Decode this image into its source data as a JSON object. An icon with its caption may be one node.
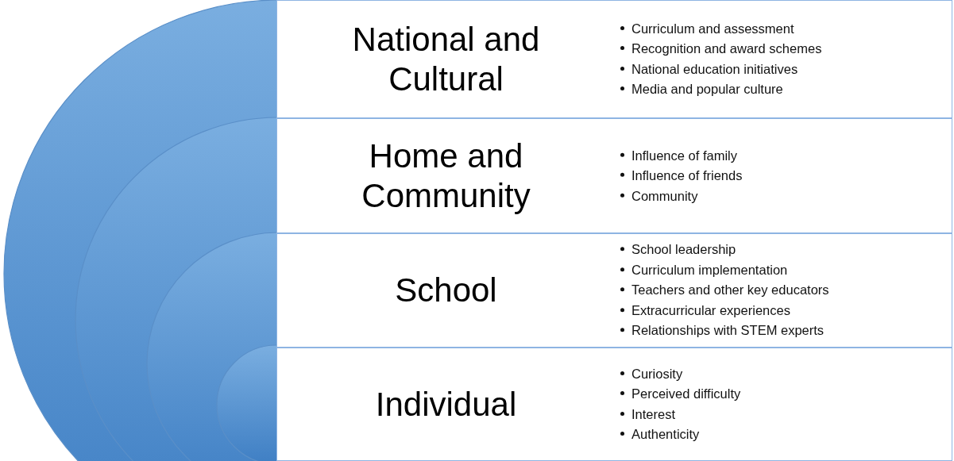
{
  "diagram": {
    "nodes": [
      {
        "text": [
          "National and Cultural",
          "Curriculum and assessment",
          "Recognition and award schemes",
          "National education initiatives",
          "Media and popular culture"
        ]
      },
      {
        "text": [
          "Home and Community",
          "Influence of family",
          "Influence of friends",
          "Community"
        ]
      },
      {
        "text": [
          "School",
          "School leadership",
          "Curriculum implementation",
          "Teachers and other key educators",
          "Extracurricular experiences",
          "Relationships with STEM experts"
        ]
      },
      {
        "text": [
          "Individual",
          "Curiosity",
          "Perceived difficulty",
          "Interest",
          "Authenticity"
        ]
      }
    ]
  }
}
